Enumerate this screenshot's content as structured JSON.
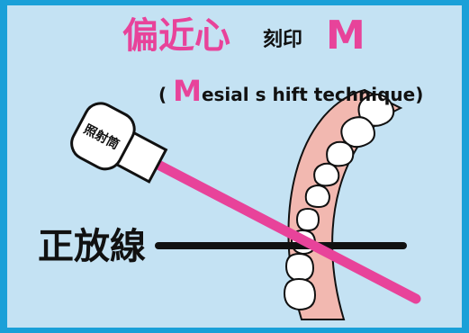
{
  "title": {
    "main": "偏近心",
    "small": "刻印",
    "letter": "M"
  },
  "subtitle": {
    "open_paren": "(",
    "letter": "M",
    "rest": "esial s hift technique)"
  },
  "labels": {
    "tube": "照射筒",
    "orthoradial": "正放線"
  },
  "colors": {
    "border": "#1aa0d8",
    "panel": "#c4e2f3",
    "accent": "#e8439a",
    "gum": "#f2b8b0"
  }
}
